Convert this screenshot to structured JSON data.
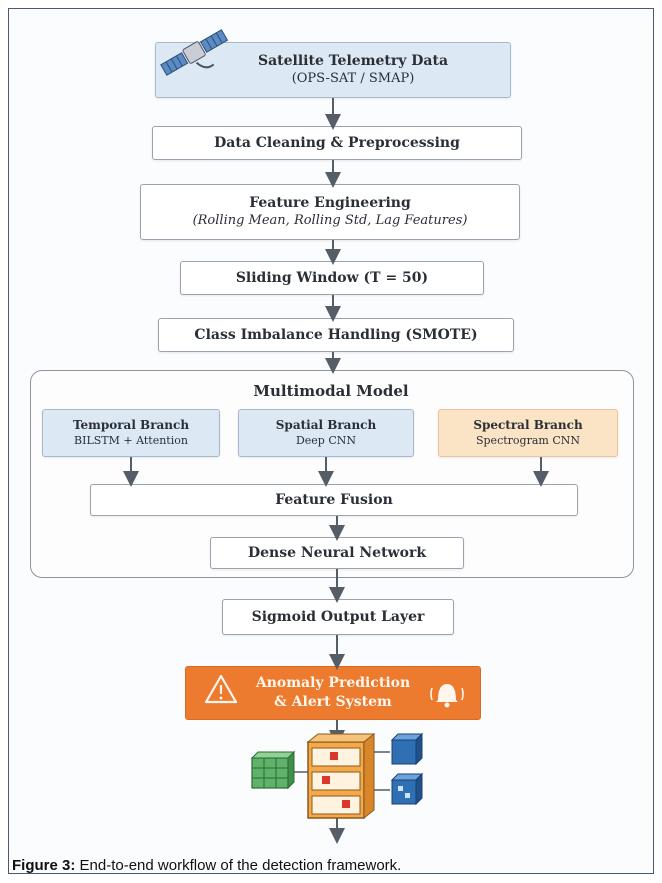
{
  "nodes": {
    "telemetry": {
      "title": "Satellite Telemetry Data",
      "subtitle": "(OPS-SAT / SMAP)"
    },
    "cleaning": {
      "title": "Data Cleaning & Preprocessing"
    },
    "feature_eng": {
      "title": "Feature Engineering",
      "subtitle": "(Rolling Mean, Rolling Std, Lag Features)"
    },
    "sliding": {
      "title": "Sliding Window (T = 50)"
    },
    "smote": {
      "title": "Class Imbalance Handling (SMOTE)"
    },
    "multimodal": {
      "title": "Multimodal Model",
      "branches": [
        {
          "title": "Temporal Branch",
          "subtitle": "BILSTM + Attention"
        },
        {
          "title": "Spatial Branch",
          "subtitle": "Deep CNN"
        },
        {
          "title": "Spectral Branch",
          "subtitle": "Spectrogram CNN"
        }
      ],
      "fusion": "Feature Fusion",
      "dense": "Dense Neural Network"
    },
    "sigmoid": {
      "title": "Sigmoid Output Layer"
    },
    "alert": {
      "line1": "Anomaly Prediction",
      "line2": "& Alert System"
    }
  },
  "icons": [
    "satellite-icon",
    "warning-icon",
    "alarm-bell-icon",
    "data-cubes-icon"
  ],
  "colors": {
    "blue_box": "#dde8f5",
    "beige_box": "#fbe3c6",
    "alert": "#ec7a2f",
    "arrow": "#555d66"
  },
  "caption": {
    "label": "Figure 3:",
    "text": "End-to-end workflow of the detection framework."
  }
}
